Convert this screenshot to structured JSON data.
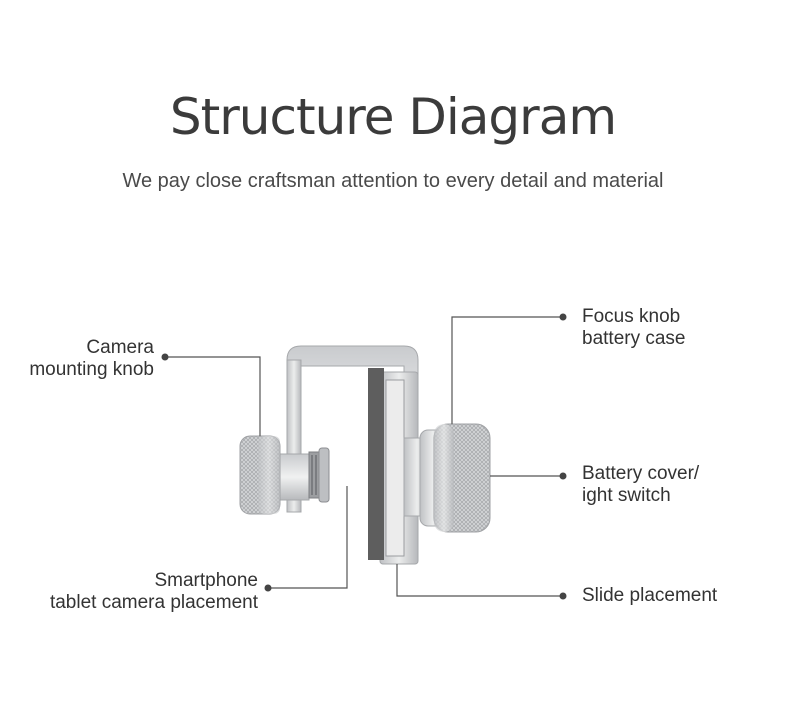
{
  "header": {
    "title": "Structure Diagram",
    "subtitle": "We pay close craftsman attention to every detail and material"
  },
  "callouts": {
    "camera_knob": {
      "line1": "Camera",
      "line2": "mounting knob"
    },
    "phone_placement": {
      "line1": "Smartphone",
      "line2": "tablet camera placement"
    },
    "focus_knob": {
      "line1": "Focus knob",
      "line2": "battery case"
    },
    "battery_cover": {
      "line1": "Battery cover/",
      "line2": "ight switch"
    },
    "slide_placement": {
      "line1": "Slide placement"
    }
  },
  "colors": {
    "metal": "#d9dadc",
    "metal_dark": "#b9bbbe",
    "pad": "#5e5e5e",
    "leader": "#555555"
  }
}
